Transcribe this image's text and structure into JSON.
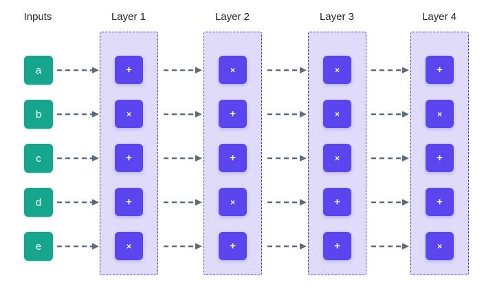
{
  "columns": [
    {
      "title": "Inputs"
    },
    {
      "title": "Layer 1"
    },
    {
      "title": "Layer 2"
    },
    {
      "title": "Layer 3"
    },
    {
      "title": "Layer 4"
    }
  ],
  "colors": {
    "input_node": "#16a68d",
    "op_node": "#5b45ee",
    "layer_fill": "#dfdbf8",
    "layer_border": "#4435cb",
    "arrow": "#5a6b7d",
    "label_text": "#1d2129",
    "background": "#ffffff"
  },
  "inputs": [
    {
      "label": "a"
    },
    {
      "label": "b"
    },
    {
      "label": "c"
    },
    {
      "label": "d"
    },
    {
      "label": "e"
    }
  ],
  "layers": [
    {
      "title": "Layer 1",
      "ops": [
        "+",
        "×",
        "+",
        "+",
        "×"
      ]
    },
    {
      "title": "Layer 2",
      "ops": [
        "×",
        "+",
        "+",
        "×",
        "+"
      ]
    },
    {
      "title": "Layer 3",
      "ops": [
        "×",
        "×",
        "×",
        "+",
        "+"
      ]
    },
    {
      "title": "Layer 4",
      "ops": [
        "+",
        "×",
        "+",
        "+",
        "×"
      ]
    }
  ],
  "icons": {
    "arrow": "dashed-arrow-right-icon",
    "plus": "plus-icon",
    "times": "times-icon"
  }
}
